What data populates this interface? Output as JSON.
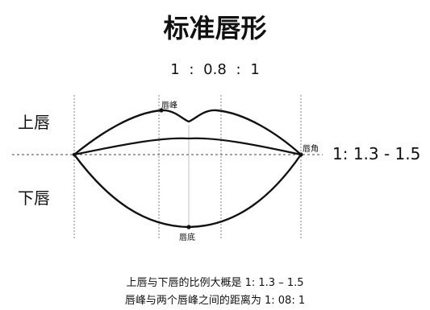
{
  "title": "标准唇形",
  "top_ratio": "1  :  0.8  :  1",
  "labels": {
    "upper_lip": "上唇",
    "lower_lip": "下唇",
    "lip_peak": "唇峰",
    "lip_corner": "唇角",
    "lip_bottom": "唇底"
  },
  "right_ratio": "1:  1.3 - 1.5",
  "captions": [
    "上唇与下唇的比例大概是 1:  1.3 – 1.5",
    "唇峰与两个唇峰之间的距离为 1:  08:  1"
  ]
}
